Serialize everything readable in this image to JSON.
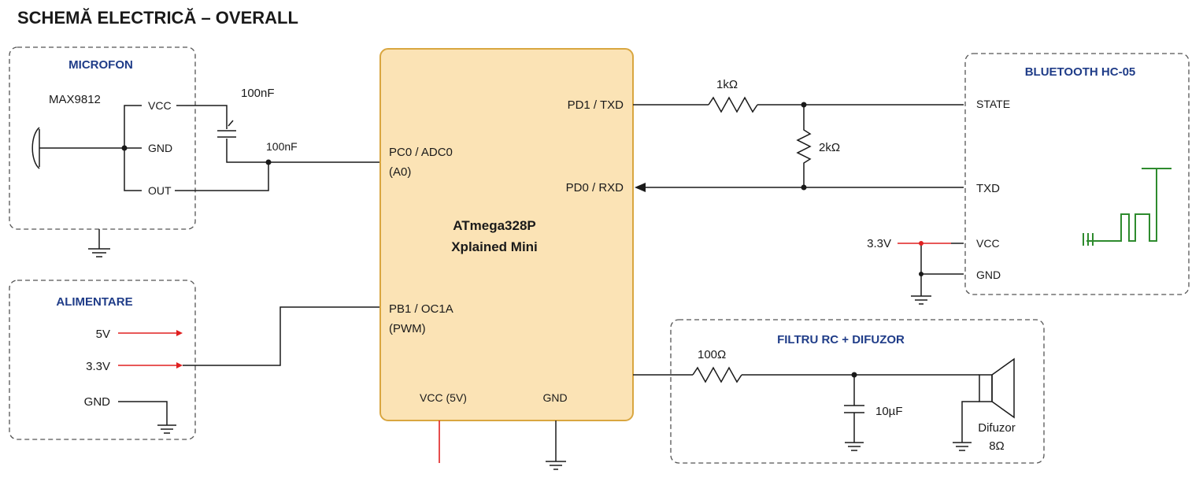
{
  "title": "SCHEMĂ ELECTRICĂ – OVERALL",
  "mic": {
    "name": "MICROFON",
    "part": "MAX9812",
    "vcc": "VCC",
    "gnd": "GND",
    "out": "OUT",
    "cap1": "100nF",
    "cap2": "100nF"
  },
  "power": {
    "name": "ALIMENTARE",
    "v5": "5V",
    "v33": "3.3V",
    "gnd": "GND"
  },
  "mcu": {
    "line1": "ATmega328P",
    "line2": "Xplained Mini",
    "pc0": "PC0 / ADC0",
    "a0": "(A0)",
    "pb1": "PB1 / OC1A",
    "pwm": "(PWM)",
    "pd1": "PD1 / TXD",
    "pd0": "PD0 / RXD",
    "vcc": "VCC (5V)",
    "gnd": "GND"
  },
  "bt": {
    "name": "BLUETOOTH HC-05",
    "state": "STATE",
    "txd": "TXD",
    "vcc": "VCC",
    "gnd": "GND",
    "r1": "1kΩ",
    "r2": "2kΩ",
    "v33": "3.3V"
  },
  "filter": {
    "name": "FILTRU RC + DIFUZOR",
    "r": "100Ω",
    "c": "10µF",
    "spk": "Difuzor",
    "spk_ohm": "8Ω"
  },
  "colors": {
    "block_title": "#1f3c88",
    "mcu_fill": "#fbe3b5",
    "mcu_border": "#d9a640",
    "power_arrow": "#e02020",
    "antenna": "#2e8b2e"
  }
}
